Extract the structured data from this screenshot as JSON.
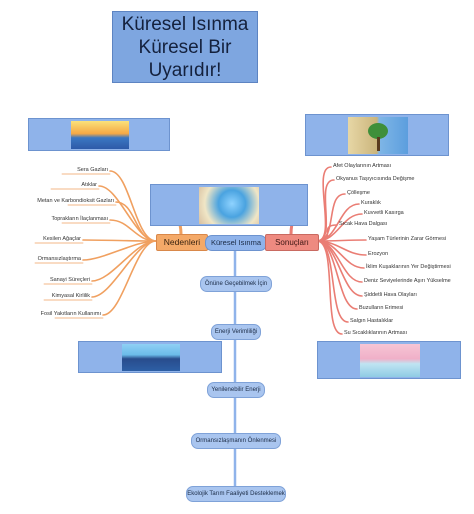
{
  "title": "Küresel Isınma\nKüresel Bir\nUyarıdır!",
  "center": {
    "label": "Küresel Isınma",
    "causes_label": "Nedenleri",
    "effects_label": "Sonuçları"
  },
  "causes": [
    "Sera Gazları",
    "Atıklar",
    "Metan ve Karbondioksit Gazları",
    "Toprakların İlaçlanması",
    "Kesilen Ağaçlar",
    "Ormansızlaştırma",
    "Sanayi Süreçleri",
    "Kimyasal Kirlilik",
    "Fosil Yakıtların Kullanımı"
  ],
  "effects": [
    "Afet Olaylarının Artması",
    "Okyanus Taşıyıcısında Değişme",
    "Çölleşme",
    "Kuraklık",
    "Kuvvetli Kasırga",
    "Sıcak Hava Dalgası",
    "Yaşam Türlerinin Zarar Görmesi",
    "Erozyon",
    "İklim Kuşaklarının Yer Değiştirmesi",
    "Deniz Seviyelerinde Aşırı Yükselme",
    "Şiddetli Hava Olayları",
    "Buzulların Erimesi",
    "Salgın Hastalıklar",
    "Su Sıcaklıklarının Artması"
  ],
  "steps": [
    "Önüne Geçebilmek İçin",
    "Enerji Verimliliği",
    "Yenilenebilir Enerji",
    "Ormansızlaşmanın Önlenmesi",
    "Ekolojik Tarım Faaliyeti Desteklemek"
  ],
  "colors": {
    "causes": "#f0a060",
    "effects": "#ea7d74",
    "steps": "#8fb3ea"
  }
}
